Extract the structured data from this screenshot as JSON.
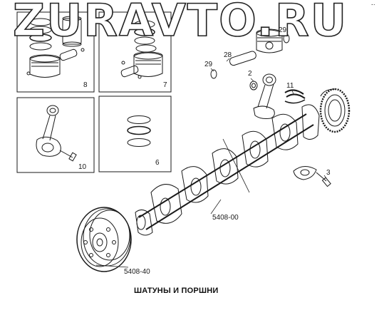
{
  "watermark": "ZURAVTO.RU",
  "corner_mark": "-·",
  "caption": "ШАТУНЫ И ПОРШНИ",
  "callouts": {
    "c8": "8",
    "c7": "7",
    "c10": "10",
    "c6": "6",
    "c29a": "29",
    "c29b": "29",
    "c28": "28",
    "c2": "2",
    "c11": "11",
    "c3": "3",
    "c540800": "5408-00",
    "c540840": "5408-40"
  },
  "colors": {
    "ink": "#1a1a1a",
    "paper": "#ffffff",
    "shade": "#8a8a8a"
  }
}
